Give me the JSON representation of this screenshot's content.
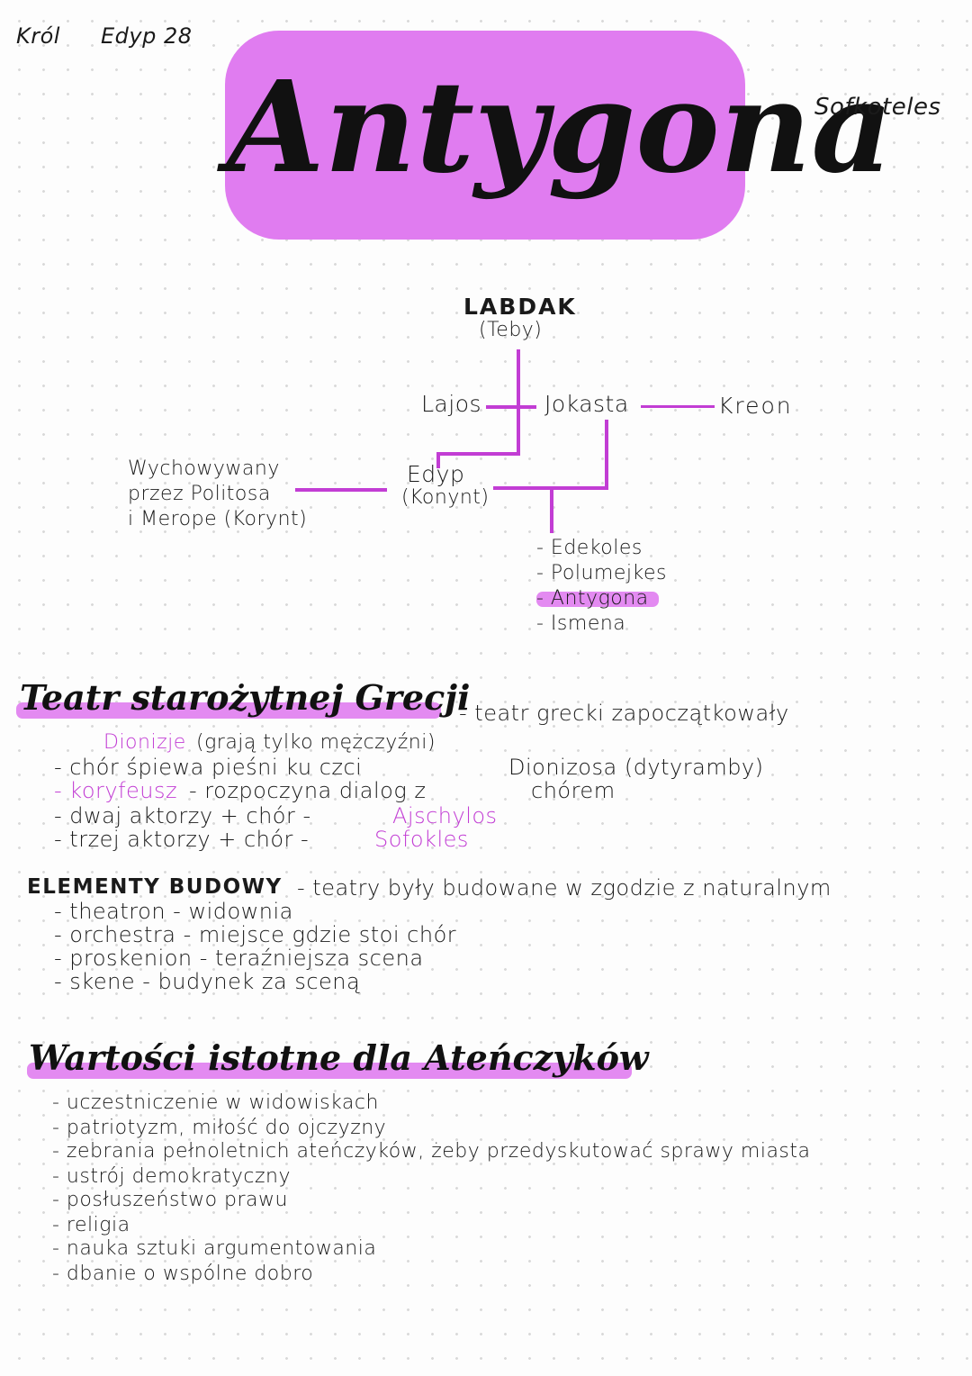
{
  "header": {
    "left_note_1": "Król",
    "left_note_2": "Edyp 28",
    "title": "Antygona",
    "author": "Sofkoteles"
  },
  "tree": {
    "root_name": "LABDAK",
    "root_city": "(Teby)",
    "lajos": "Lajos",
    "jokasta": "Jokasta",
    "kreon": "Kreon",
    "edyp": "Edyp",
    "edyp_note": "(Konynt)",
    "foster_1": "Wychowywany",
    "foster_2": "przez Politosa",
    "foster_3": "i Merope (Korynt)",
    "children": [
      "- Edekoles",
      "- Polumejkes",
      "- Antygona",
      "- Ismena"
    ],
    "highlight_color": "#c23dd4"
  },
  "theatre": {
    "heading": "Teatr starożytnej Grecji",
    "intro_suffix": "- teatr grecki zapoczątkowały",
    "dionizje_a": "Dionizje",
    "dionizje_b": "(grają tylko mężczyźni)",
    "items": [
      {
        "a": "- chór śpiewa pieśni ku czci",
        "b": "Dionizosa (dytyramby)"
      },
      {
        "a": "- koryfeusz",
        "a_tail": " - rozpoczyna dialog z",
        "b": "chórem"
      },
      {
        "a": "- dwaj aktorzy + chór -",
        "b": "Ajschylos"
      },
      {
        "a": "- trzej aktorzy + chór -",
        "b": "Sofokles"
      }
    ]
  },
  "elements": {
    "heading": "ELEMENTY BUDOWY",
    "suffix": "- teatry były budowane w zgodzie z naturalnym",
    "items": [
      "- theatron - widownia",
      "- orchestra - miejsce gdzie stoi chór",
      "- proskenion - teraźniejsza scena",
      "- skene - budynek za sceną"
    ]
  },
  "values": {
    "heading": "Wartości istotne dla Ateńczyków",
    "items": [
      "- uczestniczenie w widowiskach",
      "- patriotyzm, miłość do ojczyzny",
      "- zebrania pełnoletnich ateńczyków, żeby przedyskutować sprawy miasta",
      "- ustrój demokratyczny",
      "- posłuszeństwo prawu",
      "- religia",
      "- nauka sztuki argumentowania",
      "- dbanie o wspólne dobro"
    ]
  }
}
